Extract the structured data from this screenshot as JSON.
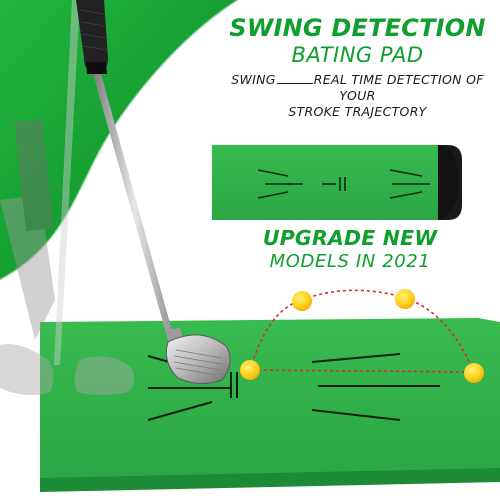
{
  "heading": {
    "title": "SWING DETECTION",
    "subtitle": "BATING PAD",
    "desc_part1": "SWING",
    "desc_part2": "REAL TIME DETECTION OF YOUR",
    "desc_line2": "STROKE TRAJECTORY"
  },
  "badge": {
    "line1": "UPGRADE NEW",
    "line2": "MODELS IN 2021"
  },
  "colors": {
    "brand_green": "#0e9f2c",
    "mat_green": "#2fb24a",
    "ball_yellow": "#ffd21a",
    "trajectory_red": "#d92b2b"
  },
  "icons": [
    "golf-club",
    "golf-ball",
    "hitting-mat"
  ]
}
